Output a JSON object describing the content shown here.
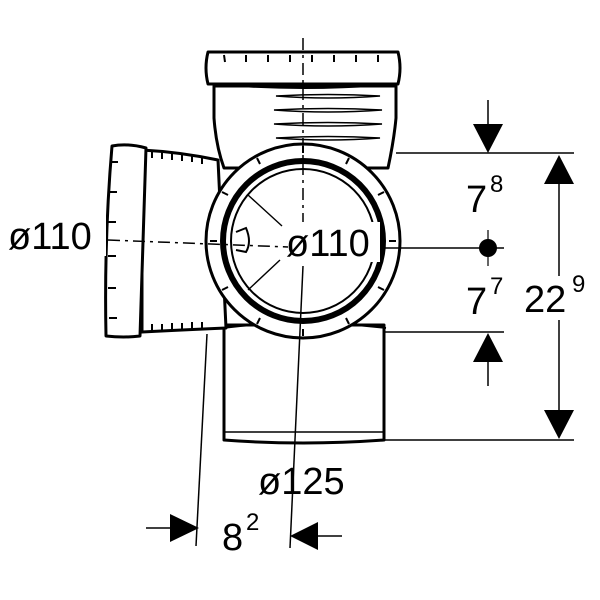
{
  "dimensions": {
    "left_outlet_diameter": "ø110",
    "front_outlet_diameter": "ø110",
    "bottom_diameter": "ø125",
    "upper_height": {
      "main": "7",
      "sup": "8"
    },
    "lower_height": {
      "main": "7",
      "sup": "7"
    },
    "total_height": {
      "main": "22",
      "sup": "9"
    },
    "offset": {
      "main": "8",
      "sup": "2"
    }
  },
  "colors": {
    "line": "#000000",
    "background": "#ffffff"
  }
}
